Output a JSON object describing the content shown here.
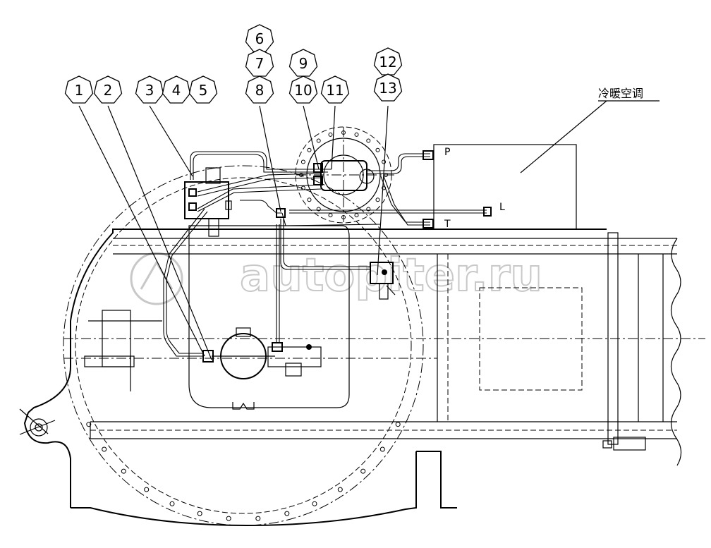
{
  "callouts": [
    {
      "id": "1",
      "label": "1"
    },
    {
      "id": "2",
      "label": "2"
    },
    {
      "id": "3",
      "label": "3"
    },
    {
      "id": "4",
      "label": "4"
    },
    {
      "id": "5",
      "label": "5"
    },
    {
      "id": "6",
      "label": "6"
    },
    {
      "id": "7",
      "label": "7"
    },
    {
      "id": "8",
      "label": "8"
    },
    {
      "id": "9",
      "label": "9"
    },
    {
      "id": "10",
      "label": "10"
    },
    {
      "id": "11",
      "label": "11"
    },
    {
      "id": "12",
      "label": "12"
    },
    {
      "id": "13",
      "label": "13"
    }
  ],
  "port_labels": {
    "p": "P",
    "l": "L",
    "t": "T"
  },
  "component_label": "冷暖空调",
  "watermark": "autopiter.ru"
}
